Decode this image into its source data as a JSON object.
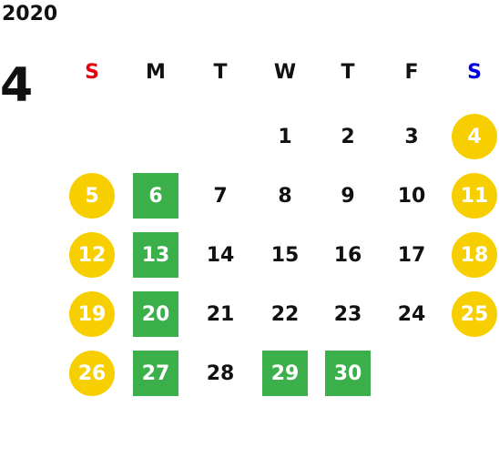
{
  "calendar": {
    "year": "2020",
    "month": "4",
    "weekdays": [
      "S",
      "M",
      "T",
      "W",
      "T",
      "F",
      "S"
    ],
    "colors": {
      "sunday_header": "#e60012",
      "saturday_header": "#0000e6",
      "weekend_circle": "#f7cf00",
      "green_highlight": "#3aaf4a"
    },
    "weeks": [
      [
        {
          "day": "",
          "style": "empty"
        },
        {
          "day": "",
          "style": "empty"
        },
        {
          "day": "",
          "style": "empty"
        },
        {
          "day": "1",
          "style": "plain"
        },
        {
          "day": "2",
          "style": "plain"
        },
        {
          "day": "3",
          "style": "plain"
        },
        {
          "day": "4",
          "style": "weekend"
        }
      ],
      [
        {
          "day": "5",
          "style": "weekend"
        },
        {
          "day": "6",
          "style": "green"
        },
        {
          "day": "7",
          "style": "plain"
        },
        {
          "day": "8",
          "style": "plain"
        },
        {
          "day": "9",
          "style": "plain"
        },
        {
          "day": "10",
          "style": "plain"
        },
        {
          "day": "11",
          "style": "weekend"
        }
      ],
      [
        {
          "day": "12",
          "style": "weekend"
        },
        {
          "day": "13",
          "style": "green"
        },
        {
          "day": "14",
          "style": "plain"
        },
        {
          "day": "15",
          "style": "plain"
        },
        {
          "day": "16",
          "style": "plain"
        },
        {
          "day": "17",
          "style": "plain"
        },
        {
          "day": "18",
          "style": "weekend"
        }
      ],
      [
        {
          "day": "19",
          "style": "weekend"
        },
        {
          "day": "20",
          "style": "green"
        },
        {
          "day": "21",
          "style": "plain"
        },
        {
          "day": "22",
          "style": "plain"
        },
        {
          "day": "23",
          "style": "plain"
        },
        {
          "day": "24",
          "style": "plain"
        },
        {
          "day": "25",
          "style": "weekend"
        }
      ],
      [
        {
          "day": "26",
          "style": "weekend"
        },
        {
          "day": "27",
          "style": "green"
        },
        {
          "day": "28",
          "style": "plain"
        },
        {
          "day": "29",
          "style": "green"
        },
        {
          "day": "30",
          "style": "green"
        },
        {
          "day": "",
          "style": "empty"
        },
        {
          "day": "",
          "style": "empty"
        }
      ]
    ]
  }
}
